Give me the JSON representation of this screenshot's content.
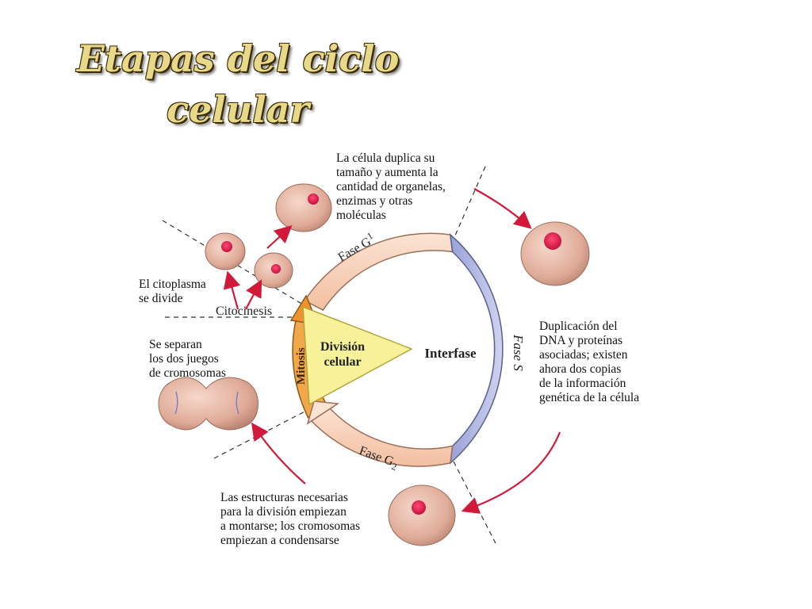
{
  "title": {
    "line1": "Etapas del ciclo",
    "line2": "celular"
  },
  "phases": {
    "g1": "Fase G",
    "g1_sub": "1",
    "s": "Fase S",
    "g2": "Fase G",
    "g2_sub": "2",
    "mitosis": "Mitosis",
    "citocinesis": "Citocinesis",
    "division_line1": "División",
    "division_line2": "celular",
    "interfase": "Interfase"
  },
  "annotations": {
    "g1_desc": [
      "La célula duplica su",
      "tamaño y aumenta la",
      "cantidad de organelas,",
      "enzimas y otras",
      "moléculas"
    ],
    "s_desc": [
      "Duplicación del",
      "DNA y proteínas",
      "asociadas; existen",
      "ahora dos copias",
      "de la información",
      "genética de la célula"
    ],
    "g2_desc": [
      "Las estructuras necesarias",
      "para la división empiezan",
      "a montarse; los cromosomas",
      "empiezan a condensarse"
    ],
    "mitosis_desc": [
      "Se separan",
      "los dos juegos",
      "de cromosomas"
    ],
    "cito_desc": [
      "El citoplasma",
      "se divide"
    ]
  },
  "colors": {
    "g_phase": "#f6cdb2",
    "s_phase": "#b3b9e0",
    "mitosis": "#f1a84a",
    "division": "#f7f29a",
    "cell": "#e8b9a8",
    "nucleus": "#d8184a",
    "arrow": "#d11a3a"
  }
}
